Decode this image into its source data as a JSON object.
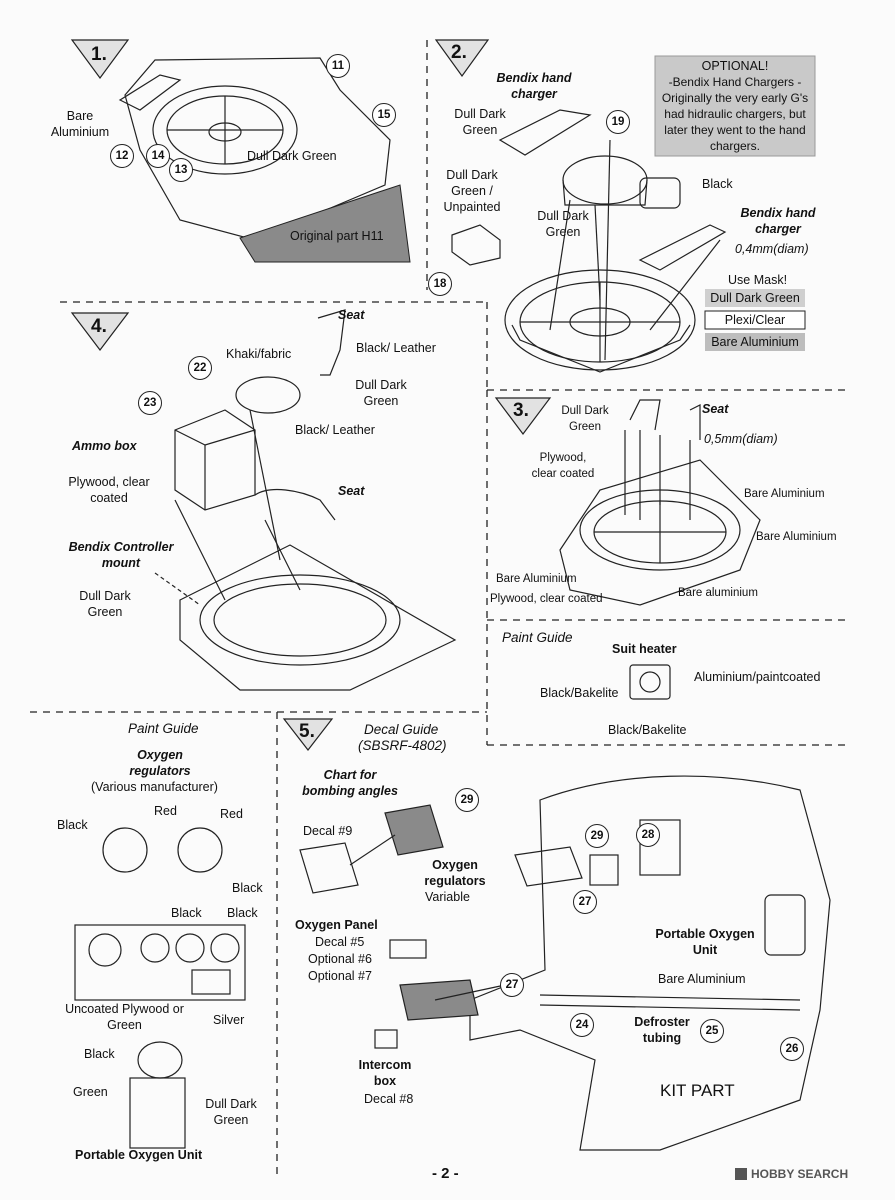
{
  "steps": {
    "s1": "1.",
    "s2": "2.",
    "s3": "3.",
    "s4": "4.",
    "s5": "5."
  },
  "step1": {
    "bare_aluminium": "Bare Aluminium",
    "dull_dark_green": "Dull Dark Green",
    "original_part": "Original part H11",
    "callouts": [
      "11",
      "12",
      "13",
      "14",
      "15"
    ]
  },
  "step2": {
    "bendix_hand_charger_1": "Bendix hand charger",
    "dull_dark_green_a": "Dull Dark Green",
    "dull_dark_green_b": "Dull Dark Green",
    "dull_dark_green_unpainted": "Dull Dark Green / Unpainted",
    "black": "Black",
    "bendix_hand_charger_2": "Bendix hand charger",
    "diameter": "0,4mm(diam)",
    "use_mask": "Use Mask!",
    "mask_dull_dark_green": "Dull Dark Green",
    "mask_plexi": "Plexi/Clear",
    "mask_bare_aluminium": "Bare Aluminium",
    "optional_title": "OPTIONAL!",
    "optional_text": "-Bendix Hand Chargers - Originally the very early G's had hidraulic chargers, but later they went to the hand chargers.",
    "callouts": [
      "18",
      "19"
    ]
  },
  "step3": {
    "dull_dark_green": "Dull Dark Green",
    "seat": "Seat",
    "diameter": "0,5mm(diam)",
    "plywood_clear_coated": "Plywood, clear coated",
    "bare_aluminium_1": "Bare Aluminium",
    "bare_aluminium_2": "Bare Aluminium",
    "bare_aluminium_3": "Bare Aluminium",
    "plywood_clear_coated_2": "Plywood, clear coated",
    "bare_aluminium_4": "Bare aluminium"
  },
  "paint_guide_suit": {
    "title": "Paint Guide",
    "suit_heater": "Suit heater",
    "aluminium_paintcoated": "Aluminium/paintcoated",
    "black_bakelite_1": "Black/Bakelite",
    "black_bakelite_2": "Black/Bakelite"
  },
  "step4": {
    "seat_1": "Seat",
    "black_leather_1": "Black/ Leather",
    "khaki_fabric": "Khaki/fabric",
    "dull_dark_green_1": "Dull Dark Green",
    "black_leather_2": "Black/ Leather",
    "ammo_box": "Ammo box",
    "plywood_clear_coated": "Plywood, clear coated",
    "seat_2": "Seat",
    "bendix_controller_mount": "Bendix Controller mount",
    "dull_dark_green_2": "Dull Dark Green",
    "callouts": [
      "22",
      "23"
    ]
  },
  "paint_guide_oxygen": {
    "title": "Paint Guide",
    "oxygen_regulators": "Oxygen regulators",
    "various_manufacturer": "(Various manufacturer)",
    "black_1": "Black",
    "red_1": "Red",
    "red_2": "Red",
    "black_2": "Black",
    "black_3": "Black",
    "black_4": "Black",
    "uncoated_plywood": "Uncoated Plywood or Green",
    "silver": "Silver",
    "black_5": "Black",
    "green": "Green",
    "dull_dark_green": "Dull Dark Green",
    "portable_oxygen_unit": "Portable Oxygen Unit"
  },
  "step5": {
    "decal_guide": "Decal Guide",
    "decal_ref": "(SBSRF-4802)",
    "chart_bombing": "Chart for bombing angles",
    "decal_9": "Decal #9",
    "oxygen_regulators": "Oxygen regulators",
    "variable": "Variable",
    "oxygen_panel": "Oxygen Panel",
    "decal_5": "Decal #5",
    "optional_6": "Optional #6",
    "optional_7": "Optional #7",
    "intercom_box": "Intercom box",
    "decal_8": "Decal #8",
    "portable_oxygen_unit": "Portable Oxygen Unit",
    "bare_aluminium": "Bare Aluminium",
    "defroster_tubing": "Defroster tubing",
    "kit_part": "KIT PART",
    "callouts": [
      "24",
      "25",
      "26",
      "27",
      "27",
      "28",
      "29",
      "29"
    ]
  },
  "footer": {
    "page_number": "- 2 -",
    "watermark": "HOBBY SEARCH"
  },
  "colors": {
    "mask_green": "#cfcfcf",
    "optional_bg": "#c9c9c9",
    "part_dark": "#8a8a8a"
  }
}
